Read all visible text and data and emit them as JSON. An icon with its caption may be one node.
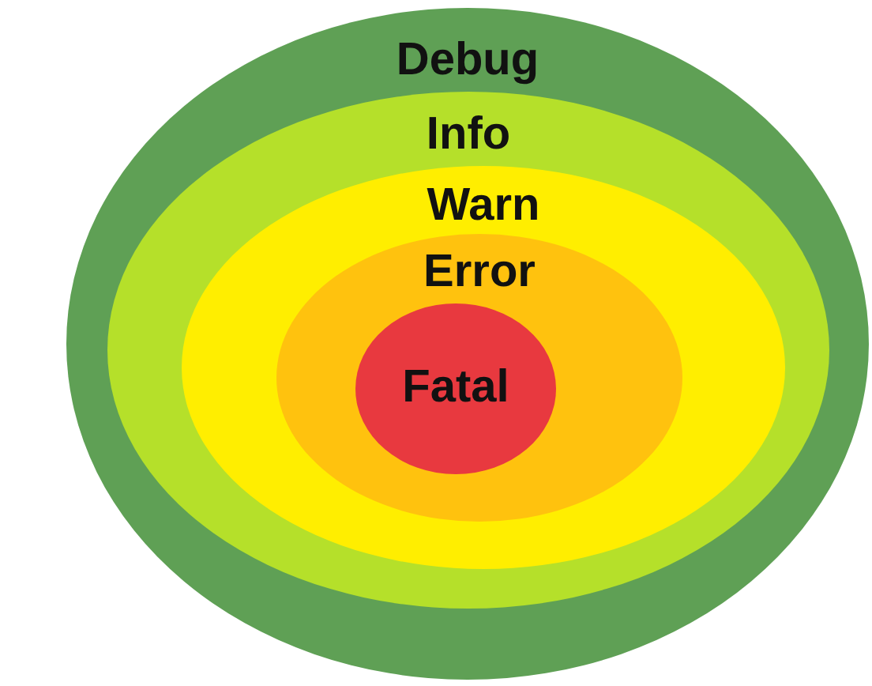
{
  "diagram": {
    "nodes": [
      {
        "text": [
          "Debug"
        ]
      },
      {
        "text": [
          "Info"
        ],
        "in": 0
      },
      {
        "text": [
          "Warn"
        ],
        "in": 1
      },
      {
        "text": [
          "Error"
        ],
        "in": 2
      },
      {
        "text": [
          "Fatal"
        ],
        "in": 3
      }
    ]
  }
}
